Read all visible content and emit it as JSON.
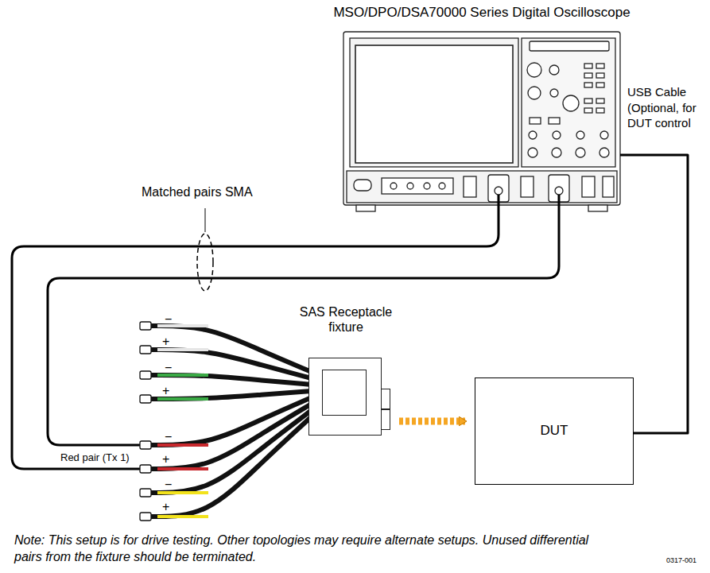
{
  "diagram": {
    "nodes": [
      {
        "text": [
          "MSO/DPO/DSA70000 Series Digital Oscilloscope"
        ]
      },
      {
        "text": [
          "SAS Receptacle fixture"
        ]
      },
      {
        "text": [
          "DUT"
        ]
      }
    ],
    "edges": [
      {
        "from": 0,
        "to": 2,
        "arrow": "none",
        "label": "USB Cable (Optional, for DUT control"
      },
      {
        "from": 1,
        "to": 2,
        "arrow": "to"
      }
    ],
    "labels": [
      "Matched pairs SMA",
      "−",
      "+",
      "−",
      "+",
      "−",
      "+",
      "−",
      "+",
      "Red pair (Tx 1)",
      "Note: This setup is for drive testing. Other topologies may require alternate setups. Unused differential pairs from the fixture should be terminated.",
      "0317-001"
    ]
  }
}
